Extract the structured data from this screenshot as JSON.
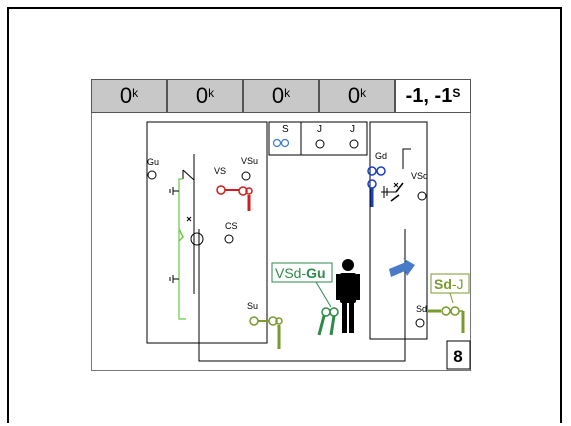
{
  "header": {
    "cells": [
      {
        "base": "0",
        "sup": "k"
      },
      {
        "base": "0",
        "sup": "k"
      },
      {
        "base": "0",
        "sup": "k"
      },
      {
        "base": "0",
        "sup": "k"
      },
      {
        "base": "-1, -1",
        "sup": "S"
      }
    ]
  },
  "labels": {
    "gu": "Gu",
    "vs": "VS",
    "vsu": "VSu",
    "cs": "CS",
    "su": "Su",
    "s": "S",
    "j1": "J",
    "j2": "J",
    "gd": "Gd",
    "vsd": "VSd",
    "sd": "Sd"
  },
  "callouts": {
    "person_key": {
      "part1": "VSd-",
      "part2": "Gu"
    },
    "right_key": {
      "part1": "Sd",
      "part2": "-J"
    }
  },
  "page_number": "8",
  "colors": {
    "red": "#cc1f1f",
    "green": "#7a9a2e",
    "light_green": "#66cc44",
    "blue": "#1a3fbf",
    "arrow_blue": "#4a7bc8",
    "header_gray": "#c8c8c8"
  }
}
